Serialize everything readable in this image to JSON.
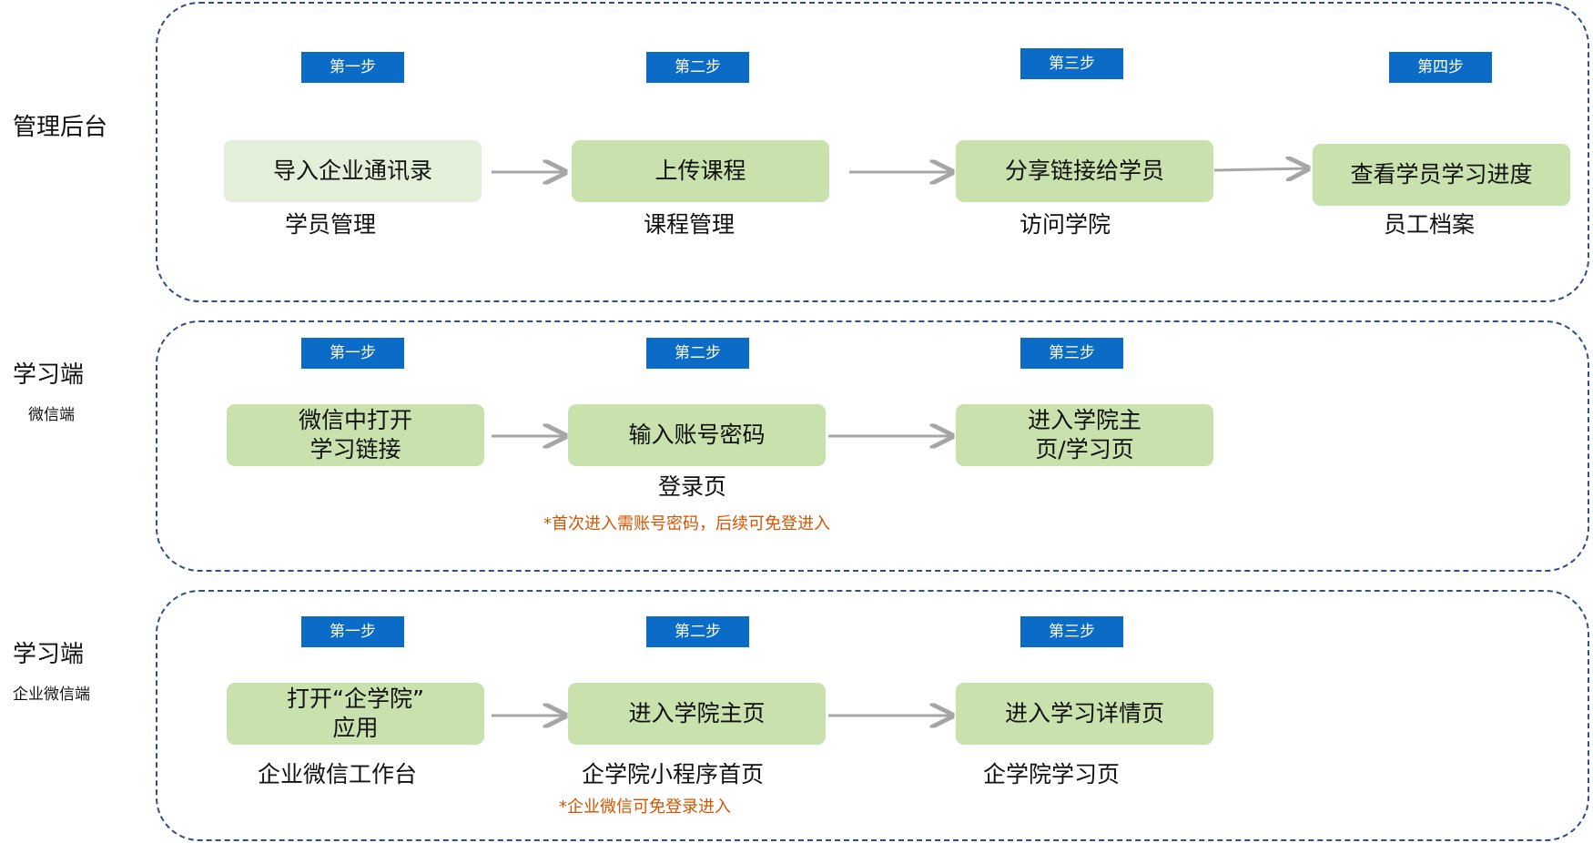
{
  "lanes": {
    "admin": {
      "title": "管理后台",
      "steps": [
        "第一步",
        "第二步",
        "第三步",
        "第四步"
      ],
      "boxes": [
        "导入企业通讯录",
        "上传课程",
        "分享链接给学员",
        "查看学员学习进度"
      ],
      "captions": [
        "学员管理",
        "课程管理",
        "访问学院",
        "员工档案"
      ]
    },
    "wechat": {
      "title": "学习端",
      "subtitle": "微信端",
      "steps": [
        "第一步",
        "第二步",
        "第三步"
      ],
      "boxes": [
        "微信中打开\n学习链接",
        "输入账号密码",
        "进入学院主\n页/学习页"
      ],
      "captions": [
        "登录页"
      ],
      "note": "*首次进入需账号密码，后续可免登进入"
    },
    "enterprise": {
      "title": "学习端",
      "subtitle": "企业微信端",
      "steps": [
        "第一步",
        "第二步",
        "第三步"
      ],
      "boxes": [
        "打开“企学院”\n应用",
        "进入学院主页",
        "进入学习详情页"
      ],
      "captions": [
        "企业微信工作台",
        "企学院小程序首页",
        "企学院学习页"
      ],
      "note": "*企业微信可免登录进入"
    }
  },
  "colors": {
    "lane_border": "#2f4f86",
    "step_badge": "#0a6cc6",
    "box_fill": "#c8e1ad",
    "box_fill_light": "#e3efd9",
    "note": "#d45500",
    "arrow": "#a6a6a6"
  }
}
